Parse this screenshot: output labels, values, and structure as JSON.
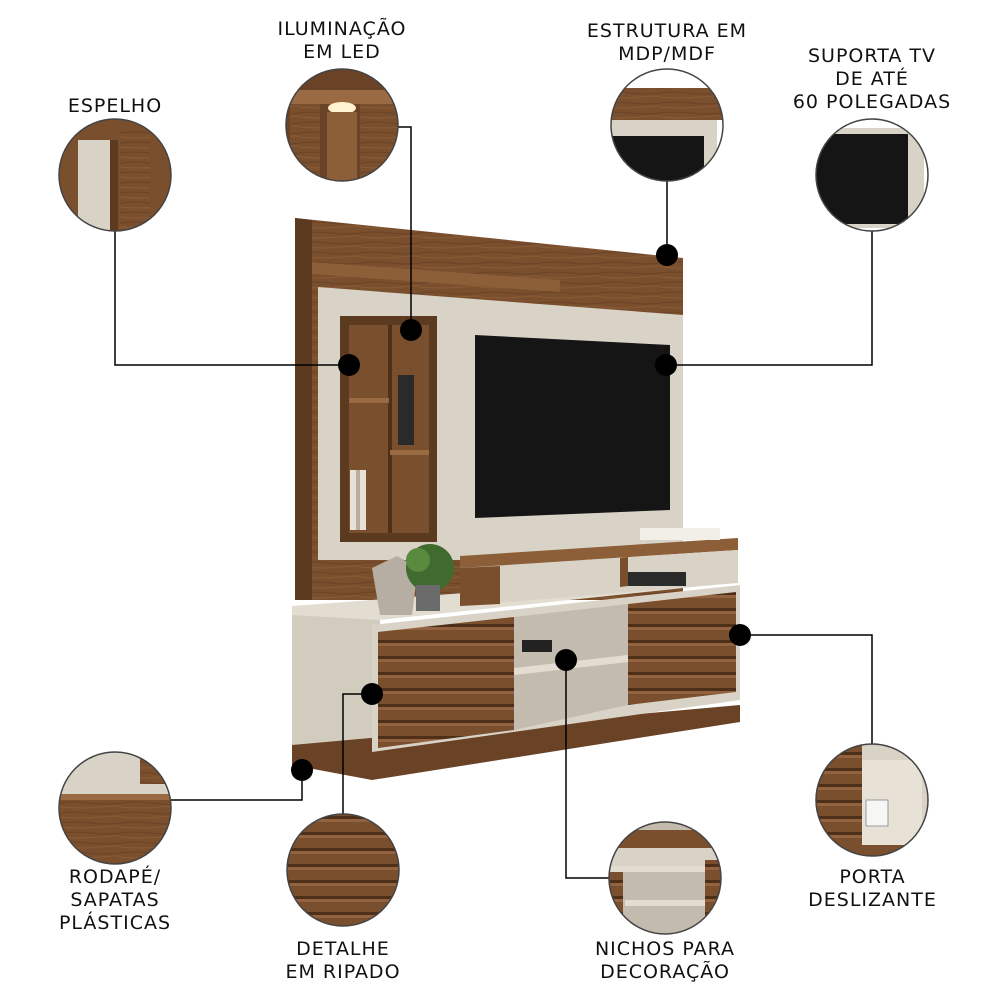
{
  "colors": {
    "wood": "#7a4f2e",
    "wood_dark": "#5c3a20",
    "wood_light": "#9a6a42",
    "off_white": "#d9d3c7",
    "tv": "#151515",
    "dot": "#000000"
  },
  "features": [
    {
      "id": "espelho",
      "lines": [
        "ESPELHO"
      ],
      "icon": "mirror-detail-icon"
    },
    {
      "id": "iluminacao",
      "lines": [
        "ILUMINAÇÃO",
        "EM LED"
      ],
      "icon": "led-light-detail-icon"
    },
    {
      "id": "estrutura",
      "lines": [
        "ESTRUTURA EM",
        "MDP/MDF"
      ],
      "icon": "structure-detail-icon"
    },
    {
      "id": "suporta",
      "lines": [
        "SUPORTA TV",
        "DE ATÉ",
        "60 POLEGADAS"
      ],
      "icon": "tv-detail-icon"
    },
    {
      "id": "rodape",
      "lines": [
        "RODAPÉ/",
        "SAPATAS",
        "PLÁSTICAS"
      ],
      "icon": "base-detail-icon"
    },
    {
      "id": "ripado",
      "lines": [
        "DETALHE",
        "EM RIPADO"
      ],
      "icon": "slatted-detail-icon"
    },
    {
      "id": "nichos",
      "lines": [
        "NICHOS PARA",
        "DECORAÇÃO"
      ],
      "icon": "niche-detail-icon"
    },
    {
      "id": "porta",
      "lines": [
        "PORTA",
        "DESLIZANTE"
      ],
      "icon": "sliding-door-detail-icon"
    }
  ]
}
